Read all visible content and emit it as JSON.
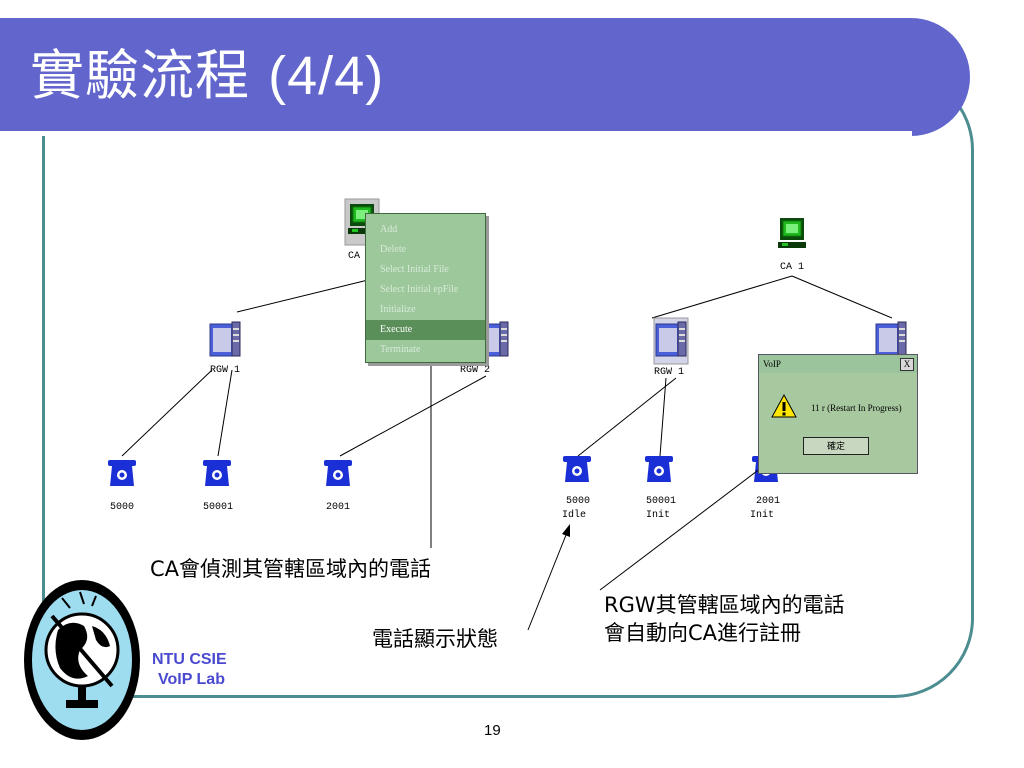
{
  "slide": {
    "title": "實驗流程",
    "title_suffix": "(4/4)",
    "page_number": "19"
  },
  "left_diagram": {
    "ca_label": "CA",
    "rgw1_label": "RGW 1",
    "rgw2_label": "RGW 2",
    "phones": [
      {
        "number": "5000"
      },
      {
        "number": "50001"
      },
      {
        "number": "2001"
      }
    ],
    "context_menu": {
      "items": [
        "Add",
        "Delete",
        "Select Initial File",
        "Select Initial epFile",
        "Initialize",
        "Execute",
        "Terminate"
      ],
      "highlighted": "Execute"
    }
  },
  "right_diagram": {
    "ca_label": "CA 1",
    "rgw1_label": "RGW 1",
    "phones": [
      {
        "number": "5000",
        "status": "Idle"
      },
      {
        "number": "50001",
        "status": "Init"
      },
      {
        "number": "2001",
        "status": "Init"
      }
    ],
    "dialog": {
      "title": "VoIP",
      "close_glyph": "X",
      "message": "11 r (Restart In Progress)",
      "ok_label": "確定"
    }
  },
  "callouts": {
    "ca_detect": "CA會偵測其管轄區域內的電話",
    "phone_status": "電話顯示狀態",
    "rgw_register_line1": "RGW其管轄區域內的電話",
    "rgw_register_line2": "會自動向CA進行註冊"
  },
  "logo": {
    "line1": "NTU CSIE",
    "line2": "VoIP Lab"
  },
  "colors": {
    "banner": "#6266cc",
    "frame": "#4b8d90",
    "phone": "#1a2fd6",
    "menu_bg": "#9cc89c",
    "menu_highlight": "#5a8f5a"
  }
}
